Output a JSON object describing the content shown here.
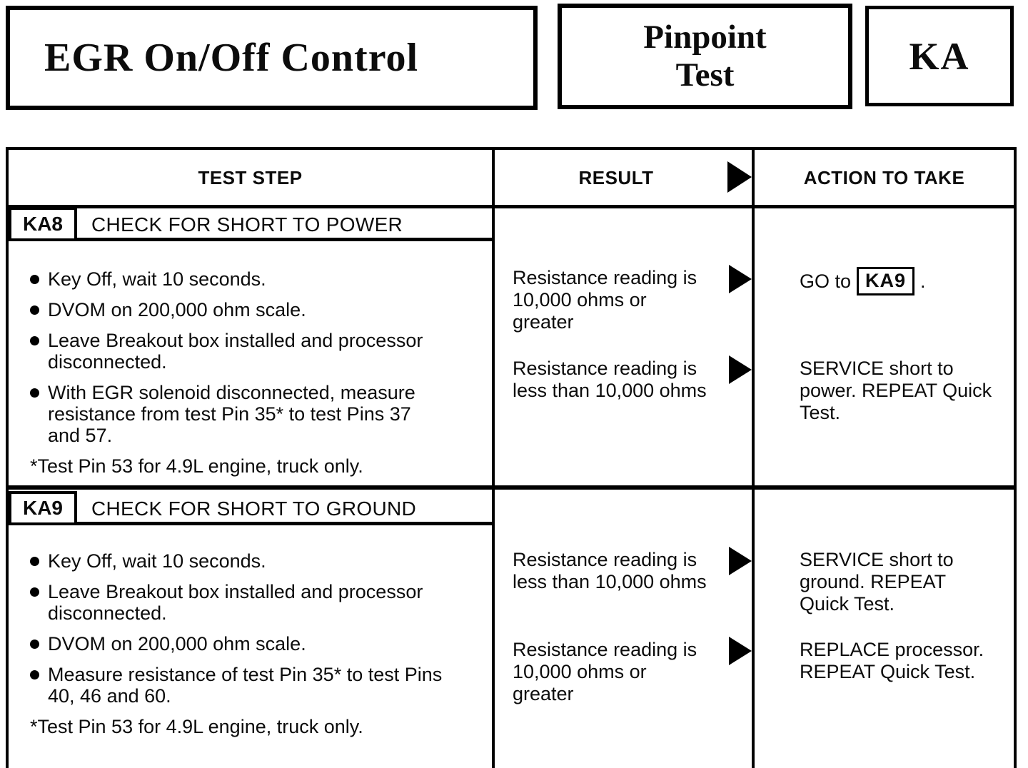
{
  "header": {
    "title": "EGR On/Off Control",
    "doc_type_line1": "Pinpoint",
    "doc_type_line2": "Test",
    "section_code": "KA"
  },
  "colors": {
    "ink": "#0c0c0c",
    "paper": "#ffffff"
  },
  "icons": {
    "result_arrow": "filled-right-triangle",
    "step_bullet": "filled-circle"
  },
  "table": {
    "columns": {
      "test_step": "TEST STEP",
      "result": "RESULT",
      "action": "ACTION TO TAKE"
    },
    "sections": [
      {
        "id": "KA8",
        "title": "CHECK FOR SHORT TO POWER",
        "steps": [
          "Key Off, wait 10 seconds.",
          "DVOM on 200,000 ohm scale.",
          "Leave Breakout box installed and processor\ndisconnected.",
          "With EGR solenoid disconnected, measure\nresistance from test Pin 35* to test Pins 37\nand 57."
        ],
        "footnote": "*Test Pin 53 for 4.9L engine, truck only.",
        "outcomes": [
          {
            "result": "Resistance reading is\n10,000 ohms or\ngreater",
            "action_prefix": "GO to",
            "action_box": "KA9",
            "action_suffix": "."
          },
          {
            "result": "Resistance reading is\nless than 10,000 ohms",
            "action": "SERVICE short to\npower. REPEAT Quick\nTest."
          }
        ]
      },
      {
        "id": "KA9",
        "title": "CHECK FOR SHORT TO GROUND",
        "steps": [
          "Key Off, wait 10 seconds.",
          "Leave Breakout box installed and processor\ndisconnected.",
          "DVOM on 200,000 ohm scale.",
          "Measure resistance of test Pin 35* to test Pins\n40, 46 and 60."
        ],
        "footnote": "*Test Pin 53 for 4.9L engine, truck only.",
        "outcomes": [
          {
            "result": "Resistance reading is\nless than 10,000 ohms",
            "action": "SERVICE short to\nground. REPEAT\nQuick Test."
          },
          {
            "result": "Resistance reading is\n10,000 ohms or\ngreater",
            "action": "REPLACE processor.\nREPEAT Quick Test."
          }
        ]
      }
    ]
  }
}
